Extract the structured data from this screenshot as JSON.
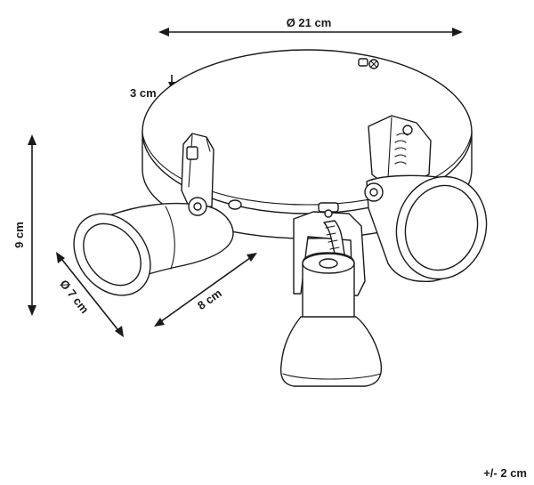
{
  "diagram": {
    "dimensions": {
      "diameter_base": "Ø 21 cm",
      "base_height": "3 cm",
      "total_height": "9 cm",
      "shade_diameter": "Ø 7 cm",
      "shade_length": "8 cm"
    },
    "tolerance": "+/- 2 cm"
  }
}
